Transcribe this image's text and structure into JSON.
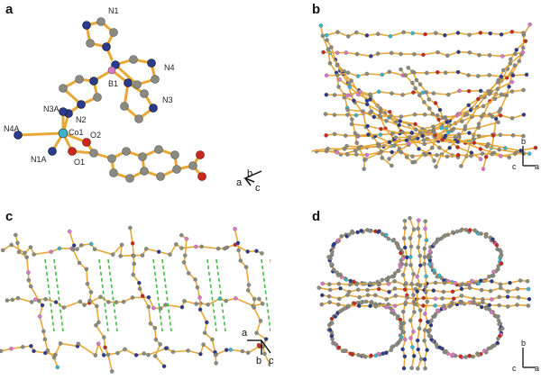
{
  "panels": [
    {
      "label": "a",
      "atoms": [
        "N1",
        "N4",
        "B1",
        "N3",
        "N3A",
        "N2",
        "N4A",
        "Co1",
        "O2",
        "N1A",
        "O1"
      ],
      "axes": {
        "a": "a",
        "b": "b",
        "c": "c"
      }
    },
    {
      "label": "b",
      "axes": {
        "a": "a",
        "b": "b",
        "c": "c"
      }
    },
    {
      "label": "c",
      "axes": {
        "a": "a",
        "b": "b",
        "c": "c"
      }
    },
    {
      "label": "d",
      "axes": {
        "a": "a",
        "b": "b",
        "c": "c"
      }
    }
  ],
  "colors": {
    "bond": "#e8a838",
    "carbon": "#8a8a80",
    "nitrogen": "#2a3a8c",
    "oxygen": "#c8281e",
    "cobalt": "#3cb4c8",
    "boron": "#d878c8",
    "hbond": "#44bb44"
  }
}
